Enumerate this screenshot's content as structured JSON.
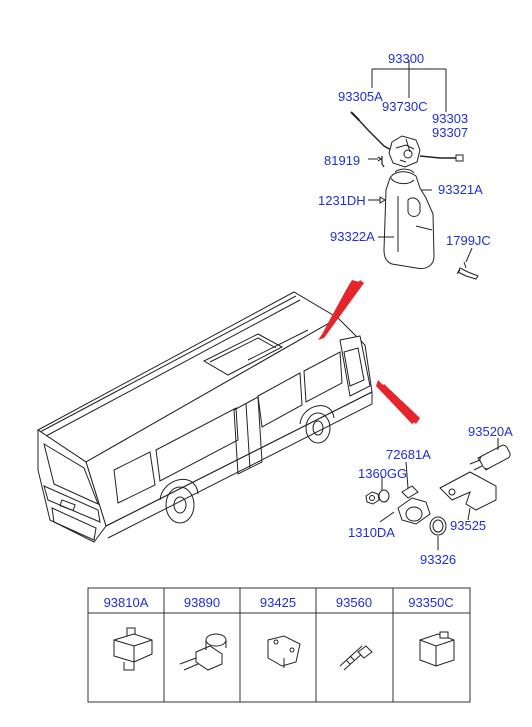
{
  "colors": {
    "callout_text": "#1f2fd6",
    "line": "#222222",
    "arrow": "#e5242b"
  },
  "callouts": {
    "assembly": "93300",
    "p93305A": "93305A",
    "p93730C": "93730C",
    "p93303": "93303",
    "p93307": "93307",
    "p81919": "81919",
    "p93321A": "93321A",
    "p1231DH": "1231DH",
    "p93322A": "93322A",
    "p1799JC": "1799JC",
    "p72681A": "72681A",
    "p93520A": "93520A",
    "p1360GG": "1360GG",
    "p93525": "93525",
    "p1310DA": "1310DA",
    "p93326": "93326"
  },
  "parts_table": [
    {
      "code": "93810A",
      "icon": "pressure-switch-icon"
    },
    {
      "code": "93890",
      "icon": "sensor-switch-icon"
    },
    {
      "code": "93425",
      "icon": "bracket-switch-icon"
    },
    {
      "code": "93560",
      "icon": "pin-switch-icon"
    },
    {
      "code": "93350C",
      "icon": "square-switch-icon"
    }
  ]
}
